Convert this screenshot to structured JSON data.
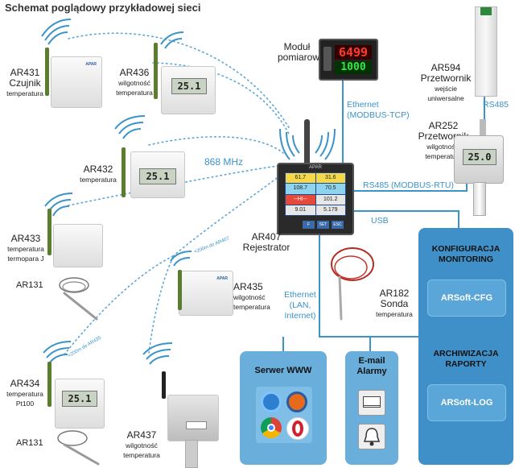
{
  "title": "Schemat poglądowy przykładowej sieci",
  "network_freq": "868 MHz",
  "distances": {
    "d1": "<200m do AR407",
    "d2": "<200m do AR435"
  },
  "devices": {
    "ar431": {
      "model": "AR431",
      "name": "Czujnik",
      "desc": "temperatura"
    },
    "ar436": {
      "model": "AR436",
      "desc1": "wilgotność",
      "desc2": "temperatura",
      "display": "25.1"
    },
    "ar432": {
      "model": "AR432",
      "desc": "temperatura",
      "display": "25.1"
    },
    "ar433": {
      "model": "AR433",
      "desc1": "temperatura",
      "desc2": "termopara J"
    },
    "ar131a": {
      "model": "AR131"
    },
    "ar435": {
      "model": "AR435",
      "desc1": "wilgotność",
      "desc2": "temperatura"
    },
    "ar434": {
      "model": "AR434",
      "desc1": "temperatura",
      "desc2": "Pt100",
      "display": "25.1"
    },
    "ar131b": {
      "model": "AR131"
    },
    "ar437": {
      "model": "AR437",
      "desc1": "wilgotność",
      "desc2": "temperatura"
    },
    "modul": {
      "line1": "Moduł",
      "line2": "pomiarowy",
      "display_top": "6499",
      "display_bottom": "1000"
    },
    "ar594": {
      "model": "AR594",
      "name": "Przetwornik",
      "desc": "wejście uniwersalne"
    },
    "ar252": {
      "model": "AR252",
      "name": "Przetwornik",
      "desc1": "wilgotności",
      "desc2": "temperatury",
      "display": "25.0"
    },
    "ar407": {
      "model": "AR407",
      "name": "Rejestrator",
      "brand": "APAR",
      "cells": [
        "61.7",
        "31.6",
        "108.7",
        "70.5",
        "--HI--",
        "101.2",
        "9.01",
        "5.179"
      ],
      "keys": [
        "F",
        "SET",
        "ESC"
      ]
    },
    "ar182": {
      "model": "AR182",
      "name": "Sonda",
      "desc": "temperatura"
    }
  },
  "connections": {
    "ethernet_top": "Ethernet",
    "modbus_tcp": "(MODBUS-TCP)",
    "rs485": "RS485",
    "rs485_rtu": "RS485 (MODBUS-RTU)",
    "usb": "USB",
    "eth_lan1": "Ethernet",
    "eth_lan2": "(LAN,",
    "eth_lan3": "Internet)"
  },
  "panels": {
    "config_line1": "KONFIGURACJA",
    "config_line2": "MONITORING",
    "cfg_button": "ARSoft-CFG",
    "archive_line1": "ARCHIWIZACJA",
    "archive_line2": "RAPORTY",
    "log_button": "ARSoft-LOG",
    "www_title": "Serwer WWW",
    "email_line1": "E-mail",
    "email_line2": "Alarmy"
  },
  "colors": {
    "accent": "#3f90c8",
    "connector": "#3a93c9",
    "panel_light": "#6aaedc"
  }
}
